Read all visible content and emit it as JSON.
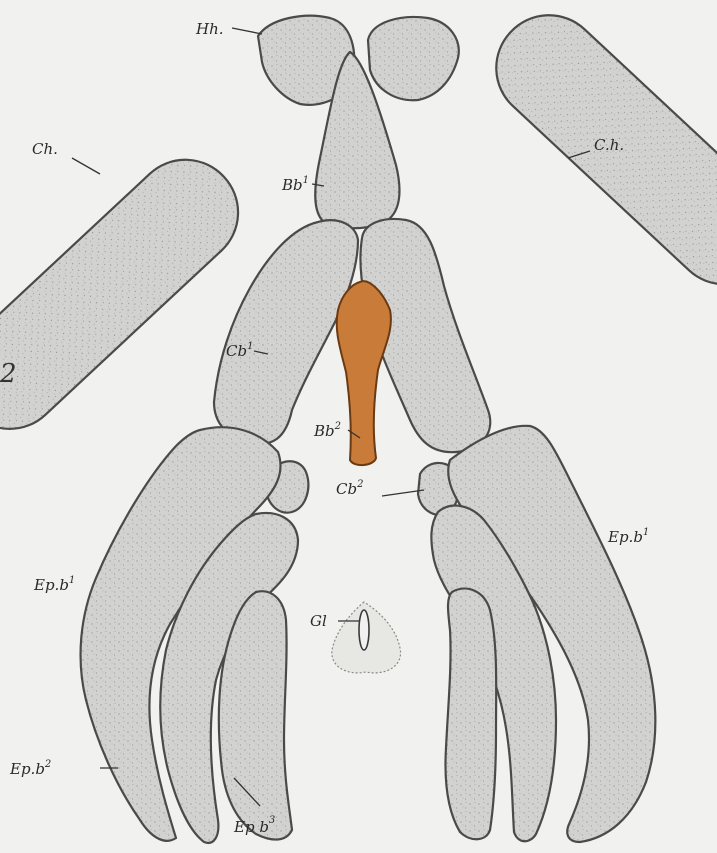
{
  "figure_number": "2",
  "labels": {
    "hh": "Hh.",
    "ch_left": "Ch.",
    "ch_right": "C.h.",
    "bb1": "Bb",
    "bb1_sup": "1",
    "cb1": "Cb",
    "cb1_sup": "1",
    "bb2": "Bb",
    "bb2_sup": "2",
    "cb2": "Cb",
    "cb2_sup": "2",
    "epb1_left": "Ep.b",
    "epb1_left_sup": "1",
    "epb1_right": "Ep.b",
    "epb1_right_sup": "1",
    "epb2": "Ep.b",
    "epb2_sup": "2",
    "epb3": "Ep b",
    "epb3_sup": "3",
    "gl": "Gl"
  },
  "colors": {
    "cartilage": "#d2d2d0",
    "basibranchial_2": "#c97b3a",
    "background": "#f1f1ef",
    "outline": "#4a4a4a"
  }
}
